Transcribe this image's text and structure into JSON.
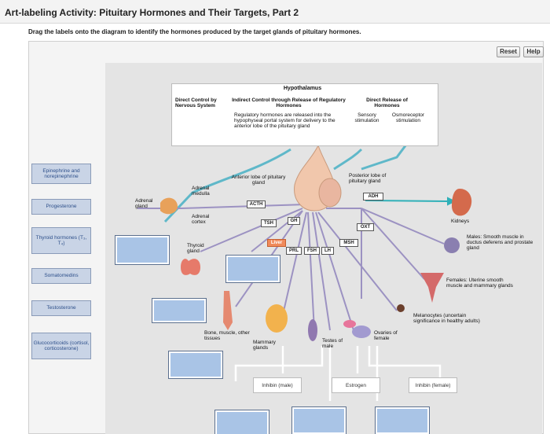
{
  "title": "Art-labeling Activity: Pituitary Hormones and Their Targets, Part 2",
  "instructions": "Drag the labels onto the diagram to identify the hormones produced by the target glands of pituitary hormones.",
  "buttons": {
    "reset": "Reset",
    "help": "Help"
  },
  "labels": [
    "Epinephrine and norepinephrine",
    "Progesterone",
    "Thyroid hormones (T₃, T₄)",
    "Somatomedins",
    "Testosterone",
    "Glucocorticoids (cortisol, corticosterone)"
  ],
  "diagram": {
    "hypothalamus": "Hypothalamus",
    "direct_control": "Direct Control by Nervous System",
    "indirect_title": "Indirect Control through Release of Regulatory Hormones",
    "indirect_body": "Regulatory hormones are released into the hypophyseal portal system for delivery to the anterior lobe of the pituitary gland",
    "direct_release": "Direct Release of Hormones",
    "sensory": "Sensory stimulation",
    "osmoreceptor": "Osmoreceptor stimulation",
    "anterior_lobe": "Anterior lobe of pituitary gland",
    "posterior_lobe": "Posterior lobe of pituitary gland",
    "adrenal_medulla": "Adrenal medulla",
    "adrenal_gland": "Adrenal gland",
    "adrenal_cortex": "Adrenal cortex",
    "thyroid": "Thyroid gland",
    "bone": "Bone, muscle, other tissues",
    "mammary": "Mammary glands",
    "testes": "Testes of male",
    "ovaries": "Ovaries of female",
    "kidneys": "Kidneys",
    "males": "Males: Smooth muscle in ductus deferens and prostate gland",
    "females": "Females: Uterine smooth muscle and mammary glands",
    "melanocytes": "Melanocytes (uncertain significance in healthy adults)",
    "hormones": {
      "acth": "ACTH",
      "tsh": "TSH",
      "gh": "GH",
      "liver": "Liver",
      "prl": "PRL",
      "fsh": "FSH",
      "lh": "LH",
      "msh": "MSH",
      "adh": "ADH",
      "oxt": "OXT"
    },
    "answers": {
      "inhibin_male": "Inhibin (male)",
      "estrogen": "Estrogen",
      "inhibin_female": "Inhibin (female)"
    }
  },
  "colors": {
    "label_fill": "#c9d4e6",
    "label_text": "#2d4f8a",
    "dropzone": "#a9c4e6",
    "diagram_bg": "#e4e4e4",
    "portal_line": "#9c92c2",
    "neural_line": "#5fb8c9",
    "adh_arrow": "#2fb0b8"
  }
}
